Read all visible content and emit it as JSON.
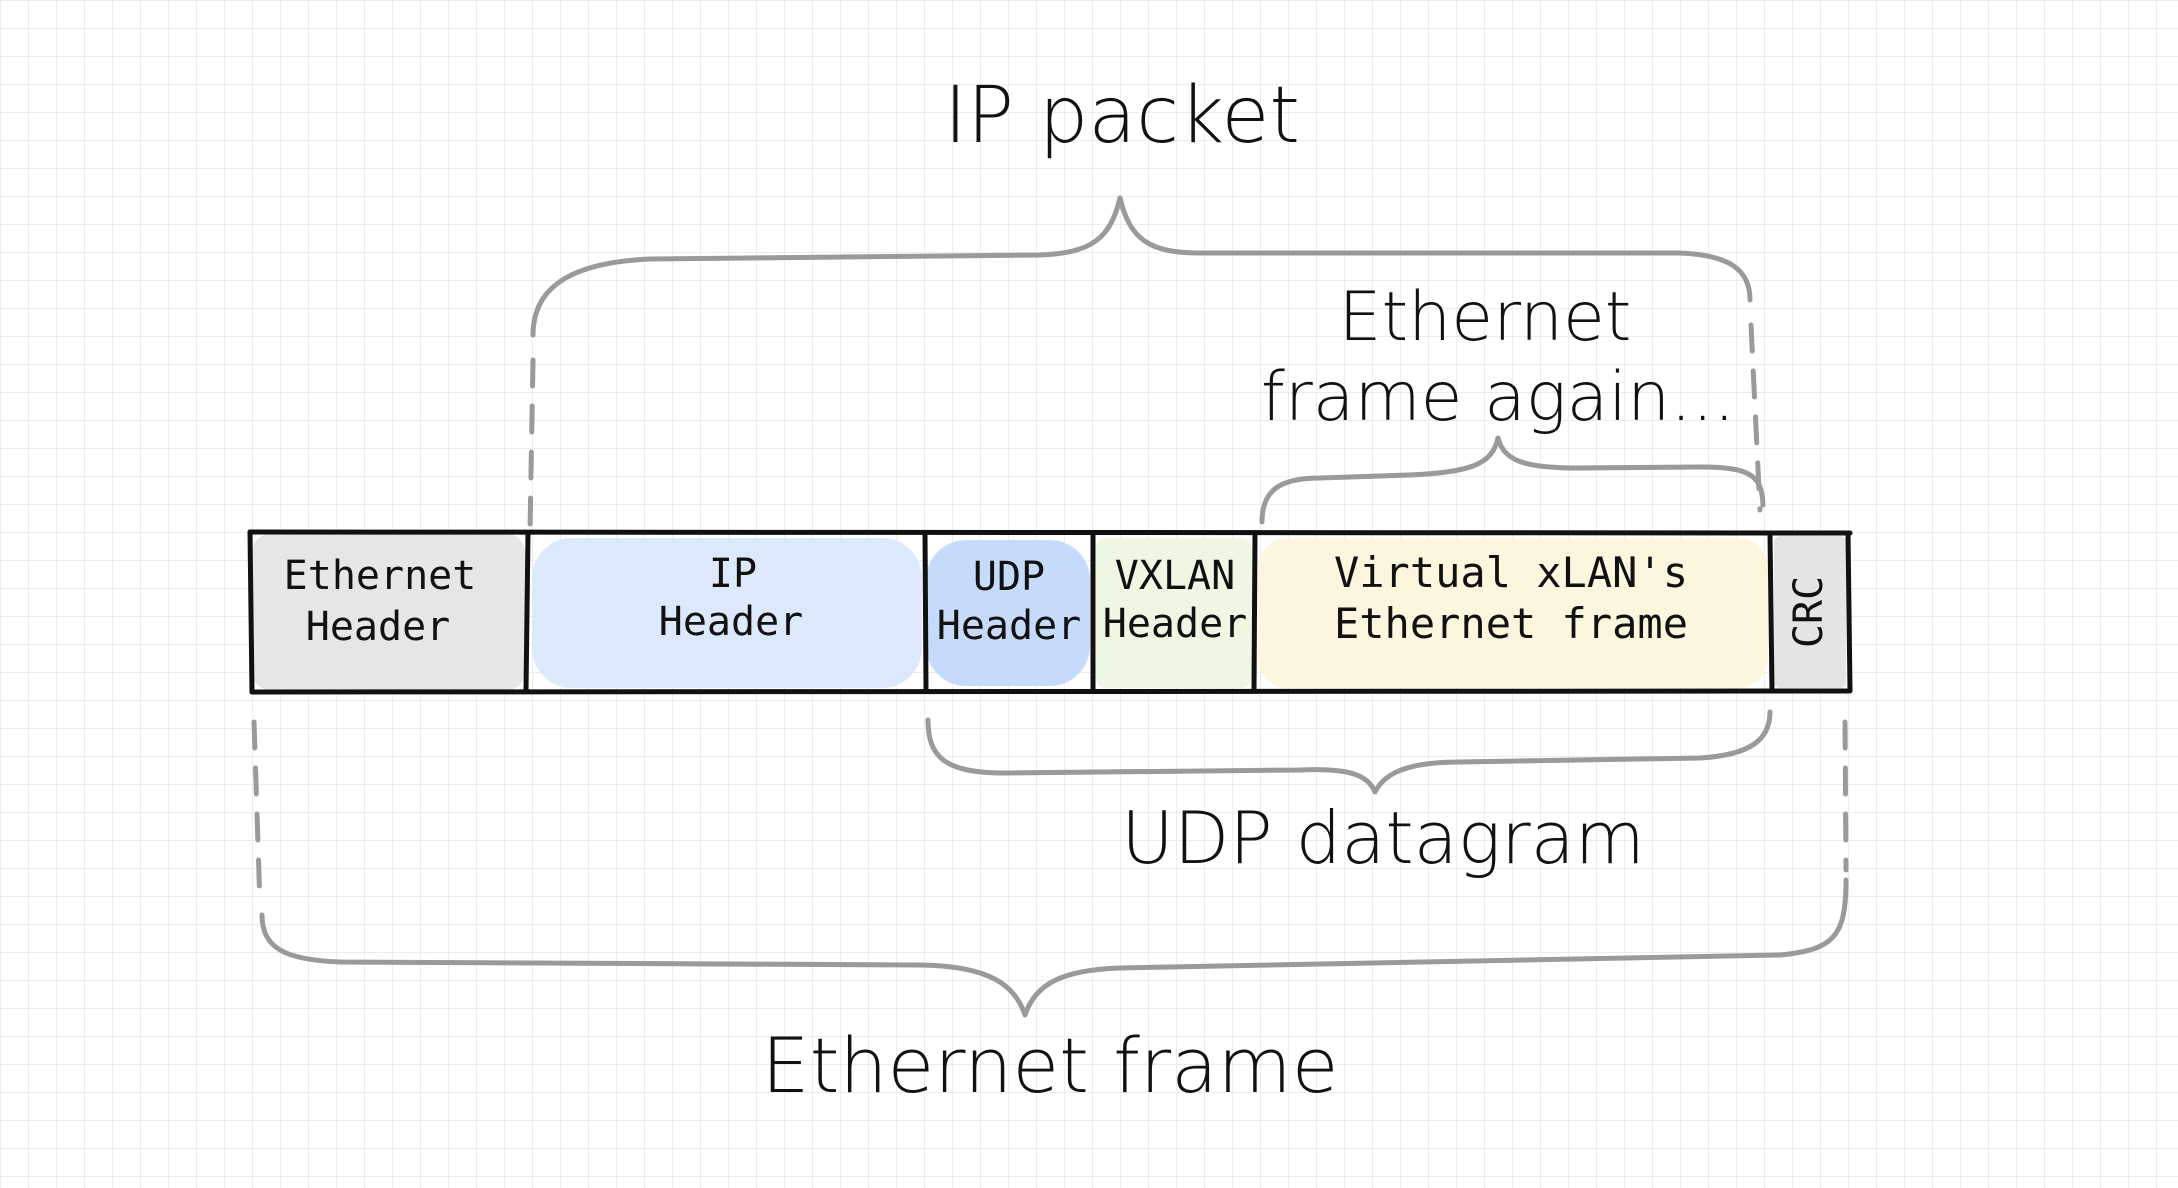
{
  "labels": {
    "ip_packet": "IP packet",
    "ethernet_frame_again_line1": "Ethernet",
    "ethernet_frame_again_line2": "frame again...",
    "udp_datagram": "UDP datagram",
    "ethernet_frame": "Ethernet frame"
  },
  "segments": {
    "ethernet_header": {
      "line1": "Ethernet",
      "line2": "Header"
    },
    "ip_header": {
      "line1": "IP",
      "line2": "Header"
    },
    "udp_header": {
      "line1": "UDP",
      "line2": "Header"
    },
    "vxlan_header": {
      "line1": "VXLAN",
      "line2": "Header"
    },
    "virtual_frame": {
      "line1": "Virtual xLAN's",
      "line2": "Ethernet frame"
    },
    "crc": {
      "label": "CRC"
    }
  },
  "colors": {
    "ethernet_header_fill": "#e6e6e6",
    "ip_header_fill": "#dce8fb",
    "udp_header_fill": "#c6dafb",
    "vxlan_header_fill": "#edf7e2",
    "virtual_frame_fill": "#fcf6df",
    "crc_fill": "#e4e4e4",
    "brace_color": "#9a9a9a",
    "grid_color": "#ececec"
  }
}
